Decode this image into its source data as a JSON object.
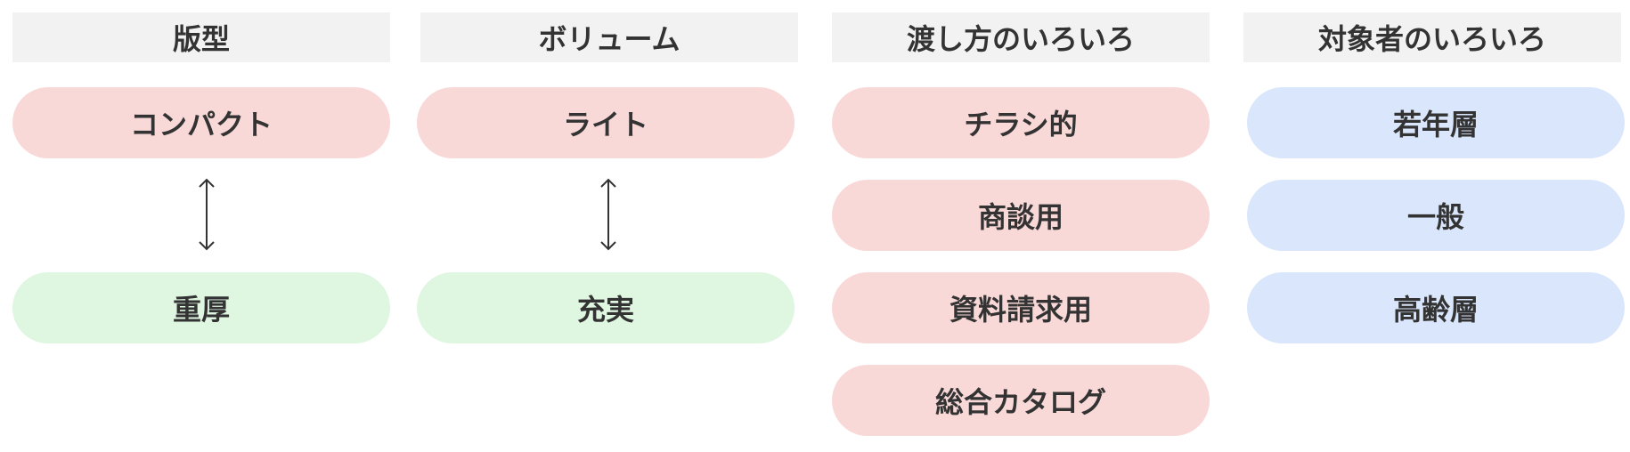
{
  "colors": {
    "header_bg": "#f2f2f2",
    "pink": "#f9d9d8",
    "green": "#dff6e1",
    "blue": "#dae6fb",
    "text": "#333333"
  },
  "columns": [
    {
      "header": "版型",
      "top": "コンパクト",
      "bottom": "重厚"
    },
    {
      "header": "ボリューム",
      "top": "ライト",
      "bottom": "充実"
    },
    {
      "header": "渡し方のいろいろ",
      "items": [
        "チラシ的",
        "商談用",
        "資料請求用",
        "総合カタログ"
      ]
    },
    {
      "header": "対象者のいろいろ",
      "items": [
        "若年層",
        "一般",
        "高齢層"
      ]
    }
  ]
}
